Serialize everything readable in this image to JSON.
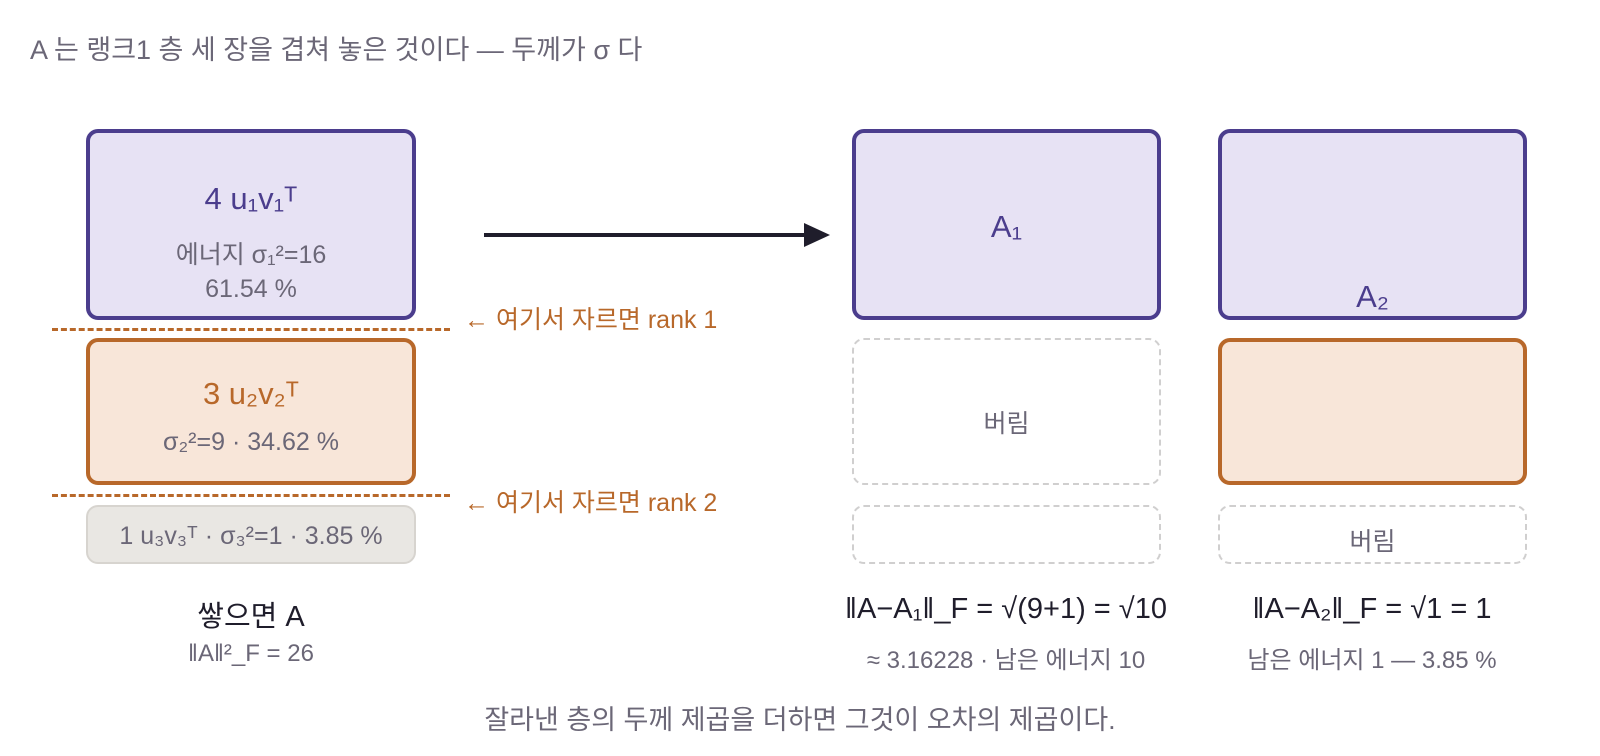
{
  "heading": "A 는 랭크1 층 세 장을 겹쳐 놓은 것이다 — 두께가 σ 다",
  "stack": {
    "layer1": {
      "title": "4 u₁v₁ᵀ",
      "energy": "에너지 σ₁²=16",
      "percent": "61.54 %"
    },
    "layer2": {
      "title": "3 u₂v₂ᵀ",
      "detail": "σ₂²=9 · 34.62 %"
    },
    "layer3": {
      "detail": "1 u₃v₃ᵀ · σ₃²=1 · 3.85 %"
    },
    "label": "쌓으면 A",
    "norm": "‖A‖²_F = 26"
  },
  "cuts": {
    "rank1": "← 여기서 자르면 rank 1",
    "rank2": "← 여기서 자르면 rank 2"
  },
  "approx1": {
    "box_label": "A₁",
    "discard_label": "버림",
    "error": "‖A−A₁‖_F = √(9+1) = √10",
    "detail": "≈ 3.16228 · 남은 에너지 10"
  },
  "approx2": {
    "box_label": "A₂",
    "discard_label": "버림",
    "error": "‖A−A₂‖_F = √1 = 1",
    "detail": "남은 에너지 1 — 3.85 %"
  },
  "footer": "잘라낸 층의 두께 제곱을 더하면 그것이 오차의 제곱이다.",
  "colors": {
    "purple": "#4b3d8d",
    "purple_fill": "#e7e2f4",
    "orange": "#b8682a",
    "orange_fill": "#f8e6d9",
    "gray_fill": "#e9e7e3",
    "text_muted": "#6b6777"
  }
}
